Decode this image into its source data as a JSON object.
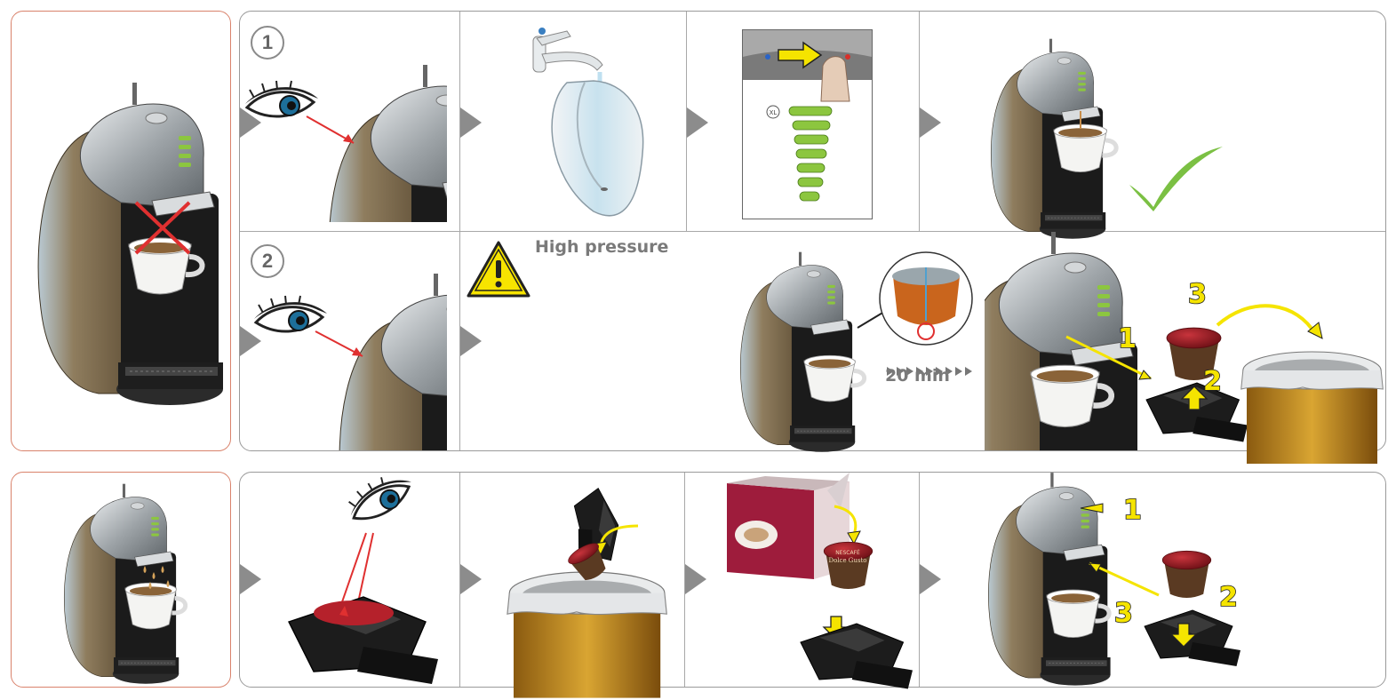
{
  "top_row": {
    "step1_number": "1",
    "step2_number": "2",
    "warning_label": "High pressure",
    "timer_label": "20 min",
    "indicator_label": "XL",
    "removal_numbers": [
      "1",
      "2",
      "3"
    ]
  },
  "bottom_row": {
    "capsule_brand": "NESCAFÉ",
    "capsule_name": "Dolce Gusto",
    "insert_numbers": [
      "1",
      "2",
      "3"
    ]
  },
  "colors": {
    "frame_left": "#d9826b",
    "frame_main": "#9a9a9a",
    "accent_yellow": "#f5e400",
    "indicator_green": "#8cc63f",
    "check_green": "#7bc043",
    "warning_yellow": "#f7e400",
    "arrow_red": "#e03030",
    "machine_body": "#7b6a4f",
    "capsule_red": "#9e1c24"
  },
  "icons": [
    "eye-icon",
    "warning-icon",
    "checkmark-icon",
    "arrow-icon",
    "timer-icon",
    "cross-icon"
  ]
}
